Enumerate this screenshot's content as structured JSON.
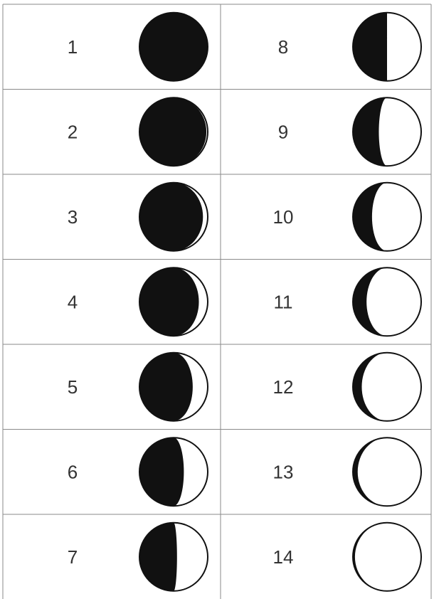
{
  "colors": {
    "dark": "#111111",
    "light": "#ffffff",
    "grid": "#8a8a8a",
    "text": "#333333"
  },
  "phases": [
    {
      "number": "1",
      "lit_fraction": 0.0
    },
    {
      "number": "2",
      "lit_fraction": 0.02
    },
    {
      "number": "3",
      "lit_fraction": 0.07
    },
    {
      "number": "4",
      "lit_fraction": 0.13
    },
    {
      "number": "5",
      "lit_fraction": 0.22
    },
    {
      "number": "6",
      "lit_fraction": 0.35
    },
    {
      "number": "7",
      "lit_fraction": 0.45
    },
    {
      "number": "8",
      "lit_fraction": 0.5
    },
    {
      "number": "9",
      "lit_fraction": 0.62
    },
    {
      "number": "10",
      "lit_fraction": 0.72
    },
    {
      "number": "11",
      "lit_fraction": 0.8
    },
    {
      "number": "12",
      "lit_fraction": 0.87
    },
    {
      "number": "13",
      "lit_fraction": 0.93
    },
    {
      "number": "14",
      "lit_fraction": 0.97
    }
  ]
}
